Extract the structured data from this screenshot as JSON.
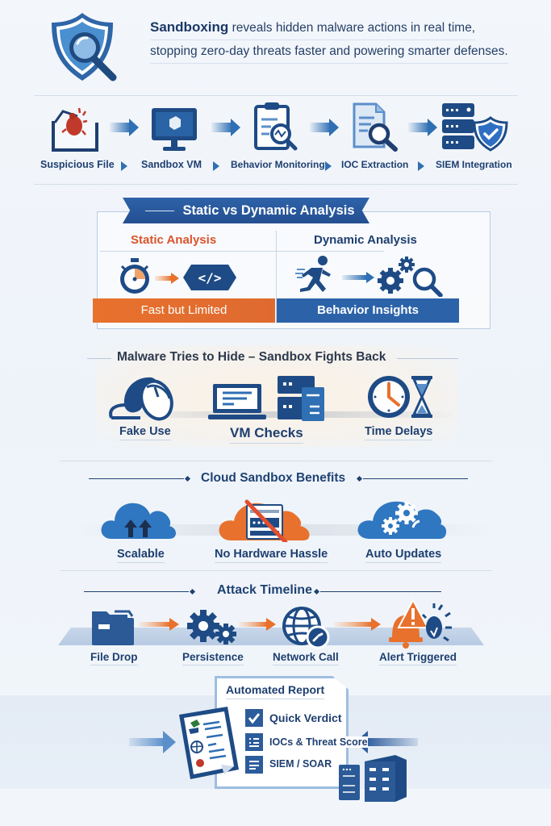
{
  "header": {
    "highlight": "Sandboxing",
    "line1_rest": " reveals hidden malware actions in real time,",
    "line2": "stopping zero-day threats faster and powering smarter defenses.",
    "icon": "shield-magnifier-icon"
  },
  "pipeline": {
    "steps": [
      {
        "label": "Suspicious File",
        "icon": "infected-file-icon"
      },
      {
        "label": "Sandbox VM",
        "icon": "monitor-icon"
      },
      {
        "label": "Behavior Monitoring",
        "icon": "clipboard-monitor-icon"
      },
      {
        "label": "IOC Extraction",
        "icon": "document-search-icon"
      },
      {
        "label": "SIEM Integration",
        "icon": "server-shield-icon"
      }
    ]
  },
  "analysis": {
    "title": "Static vs Dynamic Analysis",
    "static": {
      "title": "Static Analysis",
      "bar": "Fast but Limited",
      "color": "#d9552b"
    },
    "dynamic": {
      "title": "Dynamic Analysis",
      "bar": "Behavior Insights",
      "color": "#1e3f70"
    }
  },
  "evasion": {
    "title": "Malware Tries to Hide – Sandbox Fights Back",
    "items": [
      {
        "label": "Fake Use",
        "icon": "mouse-icon"
      },
      {
        "label": "VM Checks",
        "icon": "vm-servers-icon"
      },
      {
        "label": "Time Delays",
        "icon": "clock-hourglass-icon"
      }
    ]
  },
  "cloud": {
    "title": "Cloud Sandbox Benefits",
    "items": [
      {
        "label": "Scalable",
        "icon": "cloud-upload-icon"
      },
      {
        "label": "No Hardware Hassle",
        "icon": "cloud-no-hardware-icon"
      },
      {
        "label": "Auto Updates",
        "icon": "cloud-gears-icon"
      }
    ]
  },
  "timeline": {
    "title": "Attack Timeline",
    "items": [
      {
        "label": "File Drop",
        "icon": "folder-icon"
      },
      {
        "label": "Persistence",
        "icon": "gears-icon"
      },
      {
        "label": "Network Call",
        "icon": "globe-icon"
      },
      {
        "label": "Alert Triggered",
        "icon": "alert-bug-icon"
      }
    ]
  },
  "report": {
    "title": "Automated Report",
    "items": [
      {
        "label": "Quick Verdict",
        "icon": "checkbox-icon"
      },
      {
        "label": "IOCs & Threat Score",
        "icon": "list-icon"
      },
      {
        "label": "SIEM / SOAR",
        "icon": "lines-icon"
      }
    ]
  }
}
